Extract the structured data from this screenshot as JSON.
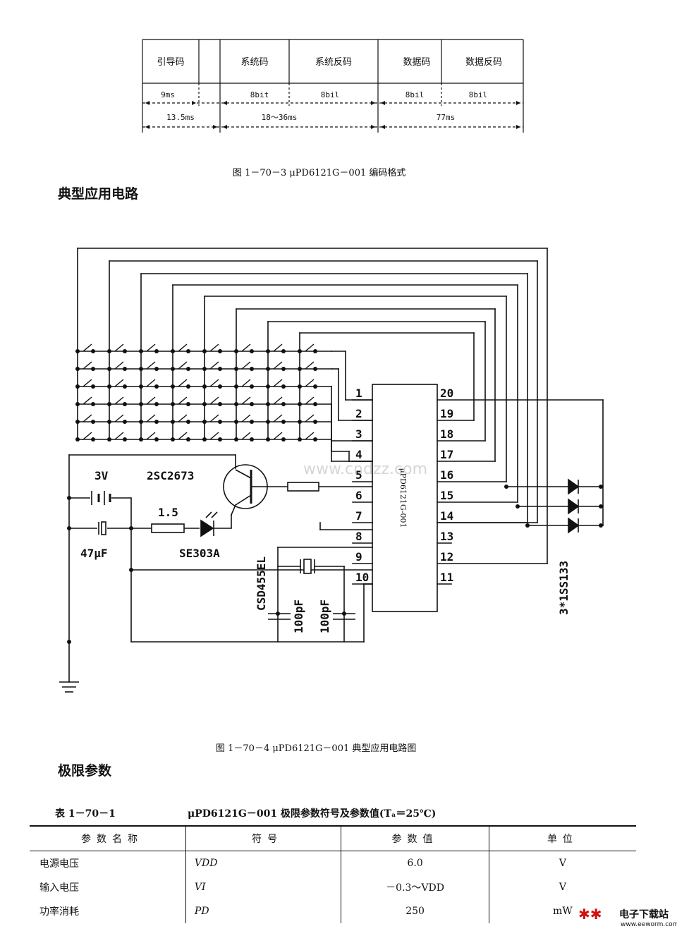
{
  "timing": {
    "segments": [
      "引导码",
      "系统码",
      "系统反码",
      "数据码",
      "数据反码"
    ],
    "widths": [
      "9ms",
      "8bit",
      "8bil",
      "8bil",
      "8bil"
    ],
    "spans": [
      "13.5ms",
      "18～36ms",
      "77ms"
    ],
    "caption": "图 1－70－3   μPD6121G－001 编码格式"
  },
  "section1": {
    "title": "典型应用电路"
  },
  "circuit": {
    "battery": "3V",
    "transistor": "2SC2673",
    "resistor": "1.5",
    "led": "SE303A",
    "capacitor": "47μF",
    "resonator": "CSD455EL",
    "cap1": "100pF",
    "cap2": "100pF",
    "chip": "μPD6121G-001",
    "diodes": "3*1SS133",
    "watermark": "www.cndzz.com",
    "left_pins": [
      "1",
      "2",
      "3",
      "4",
      "5",
      "6",
      "7",
      "8",
      "9",
      "10"
    ],
    "right_pins": [
      "20",
      "19",
      "18",
      "17",
      "16",
      "15",
      "14",
      "13",
      "12",
      "11"
    ],
    "caption": "图 1－70－4   μPD6121G－001 典型应用电路图"
  },
  "section2": {
    "title": "极限参数"
  },
  "table": {
    "id": "表 1－70－1",
    "title": "μPD6121G－001 极限参数符号及参数值(Tₐ＝25℃)",
    "headers": [
      "参数名称",
      "符号",
      "参数值",
      "单位"
    ],
    "rows": [
      [
        "电源电压",
        "VDD",
        "6.0",
        "V"
      ],
      [
        "输入电压",
        "VI",
        "－0.3～VDD",
        "V"
      ],
      [
        "功率消耗",
        "PD",
        "250",
        "mW"
      ]
    ]
  },
  "logo": {
    "brand": "电子下载站",
    "url": "www.eeworm.com"
  }
}
